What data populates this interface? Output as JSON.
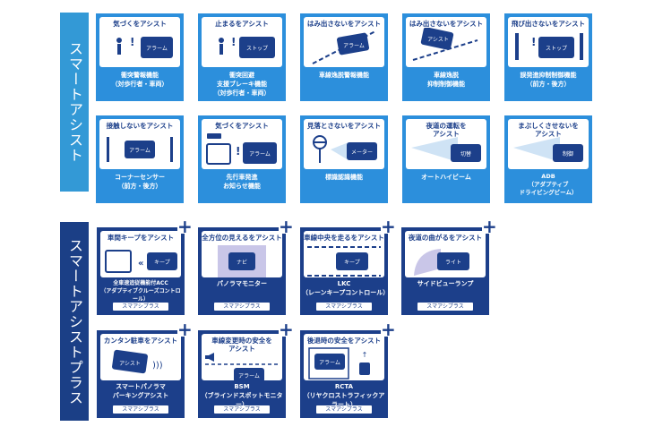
{
  "sections": {
    "smart_assist": "スマートアシスト",
    "smart_assist_plus": "スマートアシストプラス"
  },
  "smart_assist_tiles": [
    {
      "title": "気づくをアシスト",
      "badge": "アラーム",
      "label": "衝突警報機能\n（対歩行者・車両）"
    },
    {
      "title": "止まるをアシスト",
      "badge": "ストップ",
      "label": "衝突回避\n支援ブレーキ機能\n（対歩行者・車両）"
    },
    {
      "title": "はみ出さないをアシスト",
      "badge": "アラーム",
      "label": "車線逸脱警報機能"
    },
    {
      "title": "はみ出さないをアシスト",
      "badge": "アシスト",
      "label": "車線逸脱\n抑制制御機能"
    },
    {
      "title": "飛び出さないをアシスト",
      "badge": "ストップ",
      "label": "誤発進抑制制御機能\n（前方・後方）"
    },
    {
      "title": "接触しないをアシスト",
      "badge": "アラーム",
      "label": "コーナーセンサー\n（前方・後方）"
    },
    {
      "title": "気づくをアシスト",
      "badge": "アラーム",
      "label": "先行車発進\nお知らせ機能"
    },
    {
      "title": "見落とさないをアシスト",
      "badge": "メーター",
      "label": "標識認識機能"
    },
    {
      "title": "夜道の運転を\nアシスト",
      "badge": "切替",
      "label": "オートハイビーム"
    },
    {
      "title": "まぶしくさせないを\nアシスト",
      "badge": "制御",
      "label": "ADB\n（アダプティブ\nドライビングビーム）"
    }
  ],
  "smart_assist_plus_tiles": [
    {
      "title": "車間キープをアシスト",
      "badge": "キープ",
      "label": "全車速追従機能付ACC\n（アダプティブクルーズコントロール）",
      "tag": "スマアシプラス"
    },
    {
      "title": "全方位の見えるをアシスト",
      "badge": "ナビ",
      "label": "パノラマモニター",
      "tag": "スマアシプラス"
    },
    {
      "title": "車線中央を走るをアシスト",
      "badge": "キープ",
      "label": "LKC\n（レーンキープコントロール）",
      "tag": "スマアシプラス"
    },
    {
      "title": "夜道の曲がるをアシスト",
      "badge": "ライト",
      "label": "サイドビューランプ",
      "tag": "スマアシプラス"
    },
    {
      "title": "カンタン駐車をアシスト",
      "badge": "アシスト",
      "label": "スマートパノラマ\nパーキングアシスト",
      "tag": "スマアシプラス"
    },
    {
      "title": "車線変更時の安全を\nアシスト",
      "badge": "アラーム",
      "label": "BSM\n（ブラインドスポットモニター）",
      "tag": "スマアシプラス"
    },
    {
      "title": "後退時の安全をアシスト",
      "badge": "アラーム",
      "label": "RCTA\n（リヤクロストラフィックアラート）",
      "tag": "スマアシプラス"
    }
  ],
  "plus_sign": "+"
}
